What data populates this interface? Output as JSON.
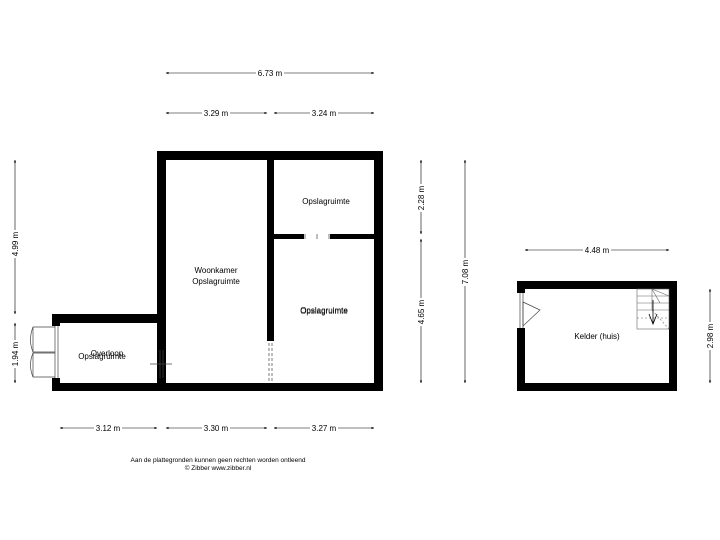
{
  "dimensions": {
    "total_width_top": "6.73 m",
    "left_top": "3.29 m",
    "right_top": "3.24 m",
    "left_height": "4.99 m",
    "left_lower_height": "1.94 m",
    "right_upper_height": "2.28 m",
    "right_lower_height": "4.65 m",
    "total_height": "7.08 m",
    "bottom_1": "3.12 m",
    "bottom_2": "3.30 m",
    "bottom_3": "3.27 m",
    "cellar_width": "4.48 m",
    "cellar_height": "2.98 m"
  },
  "rooms": {
    "woonkamer_line1": "Woonkamer",
    "woonkamer_line2": "Opslagruimte",
    "opslag_upper": "Opslagruimte",
    "opslag_lower": "Opslagruimte",
    "overloop": "Overloop",
    "opslag_small": "Opslagruimte",
    "kelder": "Kelder (huis)"
  },
  "footer": {
    "line1": "Aan de plattegronden kunnen geen rechten worden ontleend",
    "line2": "© Zibber www.zibber.nl"
  }
}
